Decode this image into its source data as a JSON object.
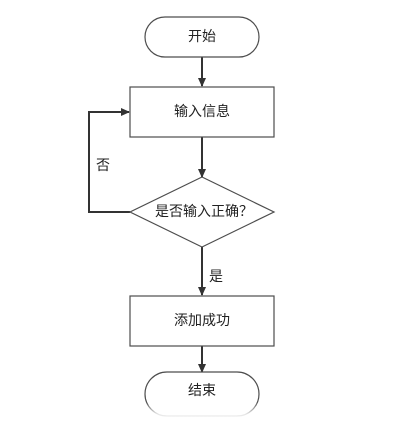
{
  "nodes": {
    "start": {
      "label": "开始",
      "shape": "terminator"
    },
    "input_info": {
      "label": "输入信息",
      "shape": "process"
    },
    "decision": {
      "label": "是否输入正确？",
      "shape": "decision"
    },
    "add_success": {
      "label": "添加成功",
      "shape": "process"
    },
    "end": {
      "label": "结束",
      "shape": "terminator"
    }
  },
  "edges": {
    "no_label": "否",
    "yes_label": "是"
  },
  "colors": {
    "stroke": "#4d4d4d",
    "arrow": "#333333",
    "text": "#222222",
    "background": "#ffffff"
  }
}
